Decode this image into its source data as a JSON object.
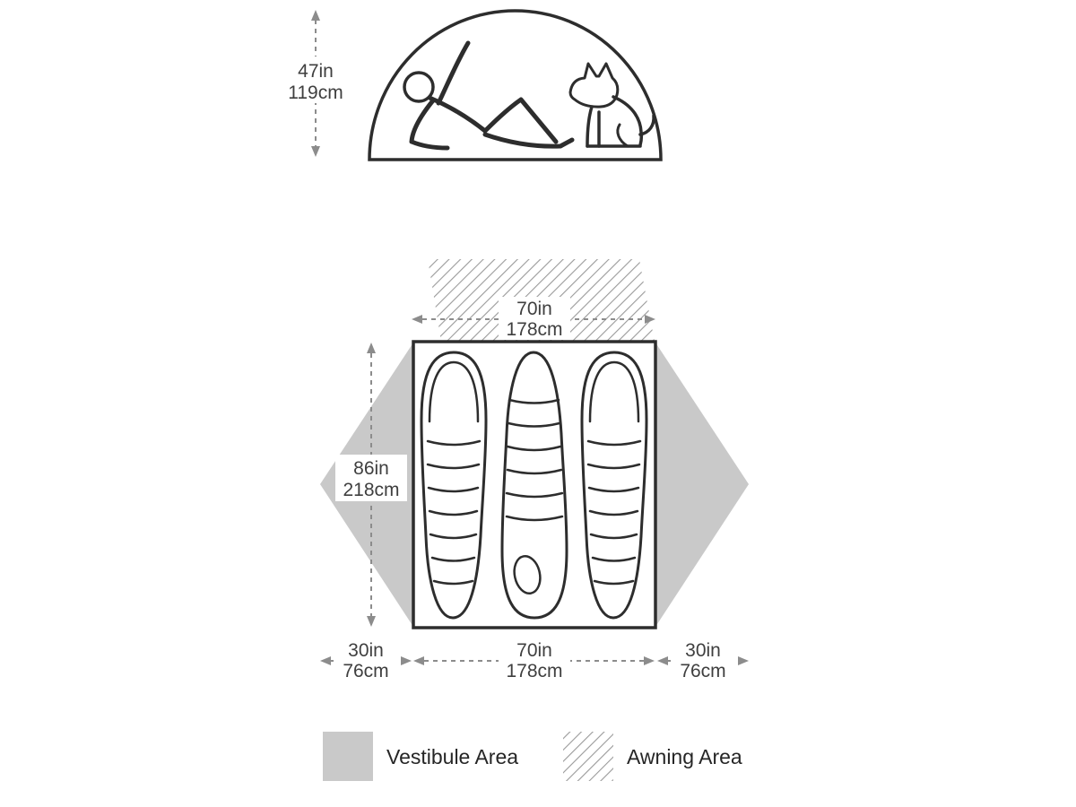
{
  "diagram": {
    "side_view": {
      "height": {
        "inches": "47in",
        "centimeters": "119cm"
      }
    },
    "floor_plan": {
      "awning_width": {
        "inches": "70in",
        "centimeters": "178cm"
      },
      "floor_length": {
        "inches": "86in",
        "centimeters": "218cm"
      },
      "floor_width": {
        "inches": "70in",
        "centimeters": "178cm"
      },
      "vestibule_left_depth": {
        "inches": "30in",
        "centimeters": "76cm"
      },
      "vestibule_right_depth": {
        "inches": "30in",
        "centimeters": "76cm"
      }
    },
    "legend": {
      "vestibule_label": "Vestibule Area",
      "awning_label": "Awning Area"
    },
    "colors": {
      "vestibule_fill": "#c9c9c9",
      "hatch_line": "#9a9a9a",
      "outline": "#2d2d2d",
      "dimension_line": "#8c8c8c",
      "dimension_text": "#3f3f3f"
    }
  }
}
